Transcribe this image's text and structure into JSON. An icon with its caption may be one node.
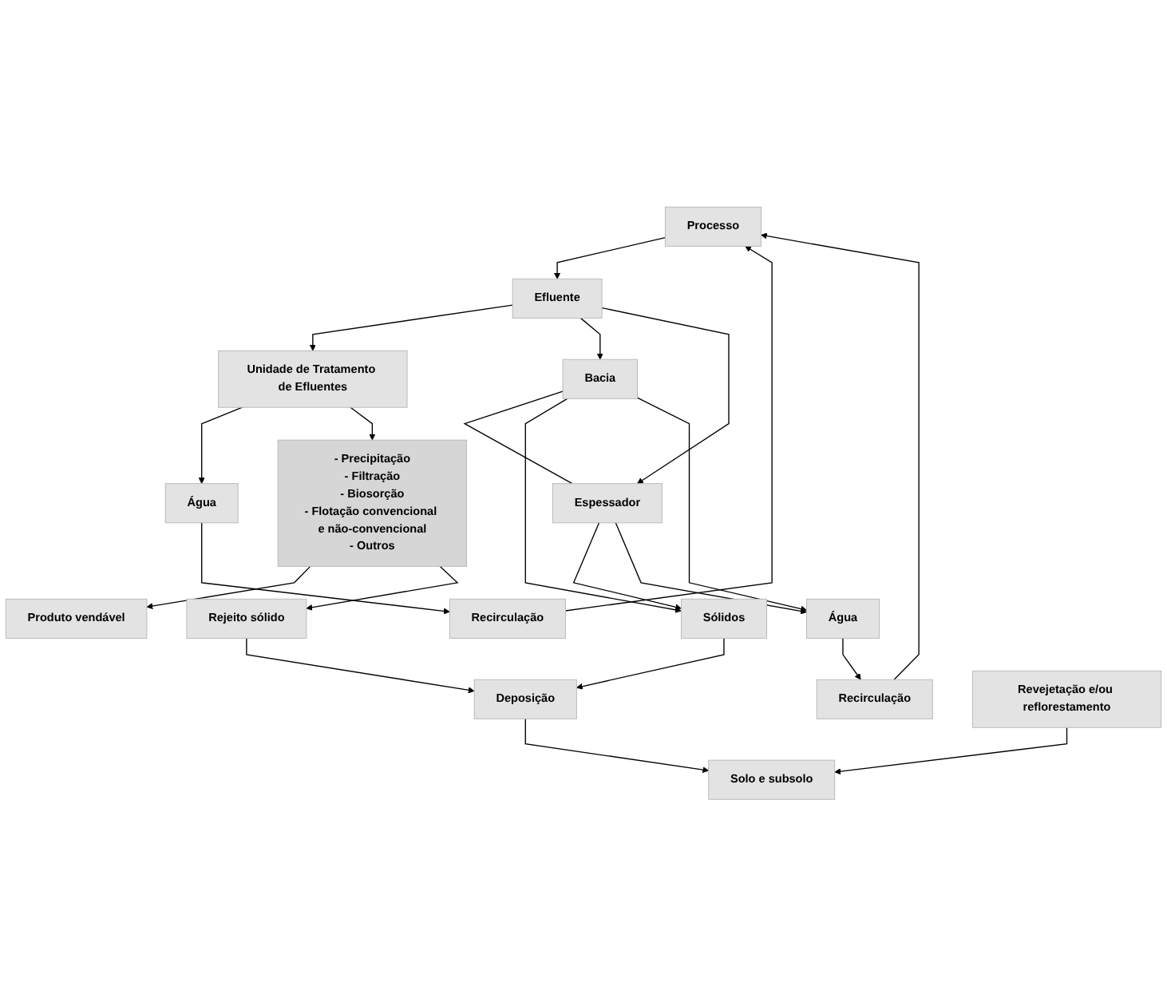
{
  "diagram": {
    "nodes": [
      {
        "text": [
          "Processo"
        ]
      },
      {
        "text": [
          "Recirculação"
        ]
      },
      {
        "text": [
          "Recirculação"
        ]
      },
      {
        "text": [
          "Efluente"
        ]
      },
      {
        "text": [
          "Água"
        ]
      },
      {
        "text": [
          "Unidade de Tratamento de Efluentes"
        ]
      },
      {
        "text": [
          "Bacia"
        ]
      },
      {
        "text": [
          "Espessador"
        ]
      },
      {
        "text": [
          "Sólidos"
        ]
      },
      {
        "text": [
          "Água"
        ]
      },
      {
        "text": [
          "- Precipitação",
          "- Filtração",
          "- Biosorção",
          "- Flotação convencional e não-convencional",
          "- Outros"
        ]
      },
      {
        "text": [
          "Deposição"
        ]
      },
      {
        "text": [
          "Solo e subsolo"
        ]
      },
      {
        "text": [
          "Produto vendável"
        ]
      },
      {
        "text": [
          "Rejeito sólido"
        ]
      },
      {
        "text": [
          "Revejetação e/ou reflorestamento"
        ]
      }
    ],
    "edges": [
      {
        "from": 1,
        "to": 0,
        "arrow": "to"
      },
      {
        "from": 2,
        "to": 0,
        "arrow": "to"
      },
      {
        "from": 0,
        "to": 3,
        "arrow": "to"
      },
      {
        "from": 3,
        "to": 5,
        "arrow": "to"
      },
      {
        "from": 3,
        "to": 6,
        "arrow": "to"
      },
      {
        "from": 3,
        "to": 7,
        "arrow": "to"
      },
      {
        "from": 6,
        "to": 7,
        "arrow": "none"
      },
      {
        "from": 6,
        "to": 8,
        "arrow": "to"
      },
      {
        "from": 6,
        "to": 9,
        "arrow": "to"
      },
      {
        "from": 7,
        "to": 8,
        "arrow": "to"
      },
      {
        "from": 7,
        "to": 9,
        "arrow": "to"
      },
      {
        "from": 9,
        "to": 2,
        "arrow": "to"
      },
      {
        "from": 5,
        "to": 4,
        "arrow": "to"
      },
      {
        "from": 4,
        "to": 1,
        "arrow": "to"
      },
      {
        "from": 5,
        "to": 10,
        "arrow": "to"
      },
      {
        "from": 10,
        "to": 13,
        "arrow": "to"
      },
      {
        "from": 10,
        "to": 14,
        "arrow": "to"
      },
      {
        "from": 8,
        "to": 11,
        "arrow": "to"
      },
      {
        "from": 14,
        "to": 11,
        "arrow": "to"
      },
      {
        "from": 11,
        "to": 12,
        "arrow": "to"
      },
      {
        "from": 15,
        "to": 12,
        "arrow": "to"
      }
    ]
  }
}
